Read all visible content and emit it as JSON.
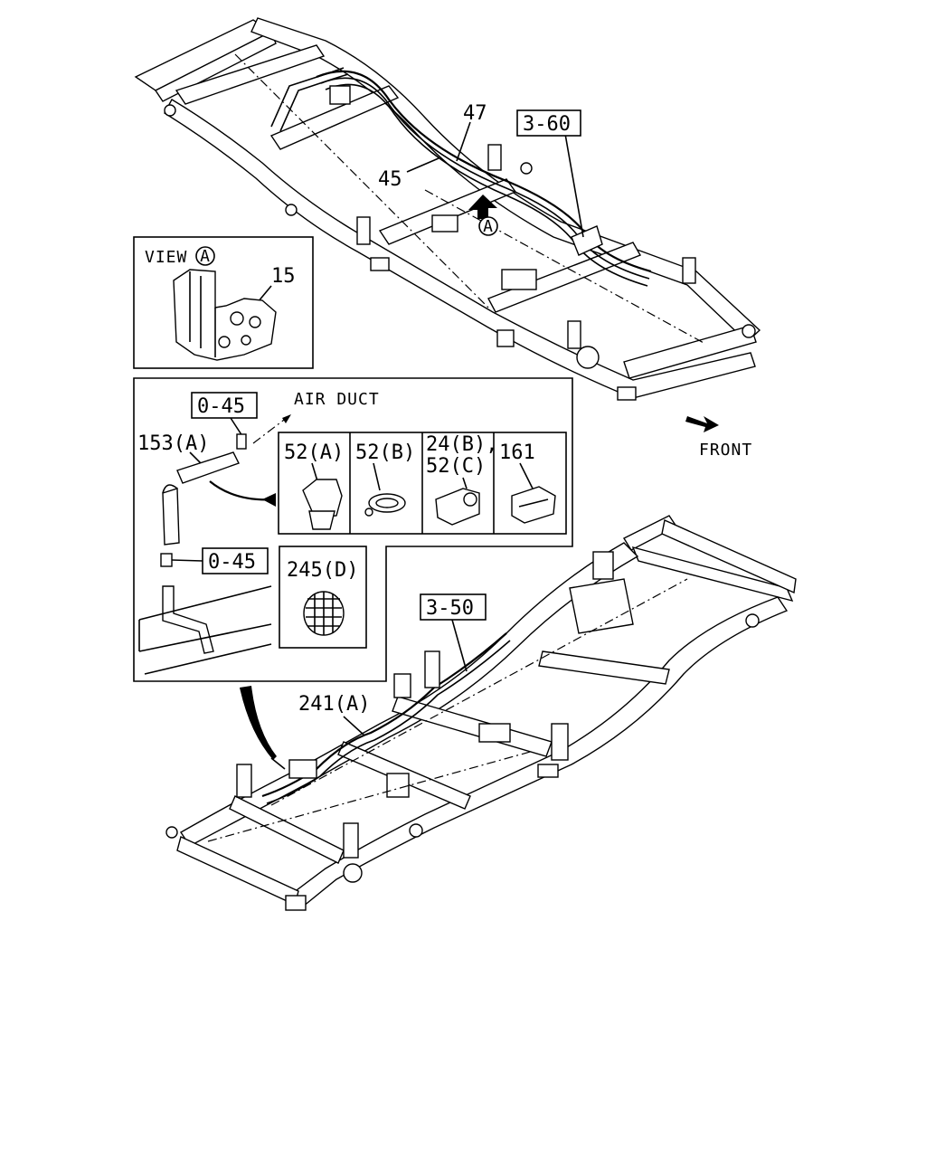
{
  "labels": {
    "part_47": "47",
    "part_45": "45",
    "ref_3_60": "3-60",
    "view_a_marker": "A",
    "view_title": "VIEW",
    "view_circle": "A",
    "part_15": "15",
    "ref_0_45_top": "0-45",
    "air_duct": "AIR DUCT",
    "part_153a": "153(A)",
    "part_52a": "52(A)",
    "part_52b": "52(B)",
    "part_24b_line1": "24(B),",
    "part_24b_line2": "52(C)",
    "part_161": "161",
    "ref_0_45_bottom": "0-45",
    "part_245d": "245(D)",
    "front": "FRONT",
    "ref_3_50": "3-50",
    "part_241a": "241(A)"
  }
}
